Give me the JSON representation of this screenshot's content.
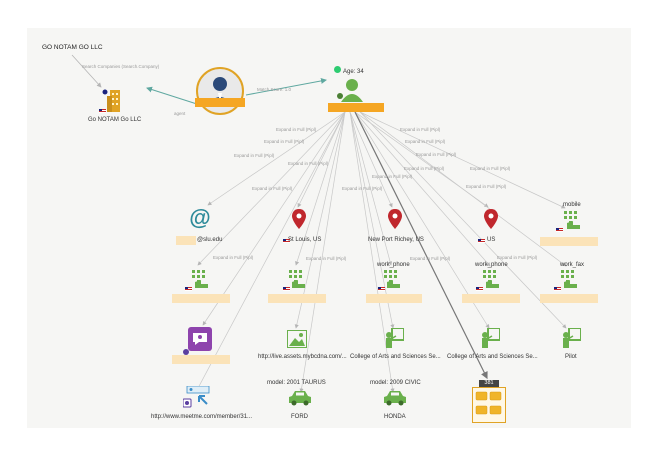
{
  "top_label": "GO NOTAM GO LLC",
  "company": {
    "label": "Go NOTAM Go LLC"
  },
  "person": {
    "age": "Age: 34"
  },
  "edges": {
    "search_companies": "Search Companies (Search.Company)",
    "agent": "agent",
    "match_score": "Match Score: 1.0",
    "expand_full": "Expand in Full (Pipl)"
  },
  "nodes": {
    "email": {
      "label": "@slu.edu",
      "icon": "at-icon"
    },
    "loc1": {
      "label": "St Louis, US",
      "icon": "map-pin-icon"
    },
    "loc2": {
      "label": "New Port Richey, US",
      "icon": "map-pin-icon"
    },
    "loc3": {
      "label": "US",
      "icon": "map-pin-icon"
    },
    "phone_mobile": {
      "label": "mobile",
      "icon": "phone-keypad-icon"
    },
    "phone1": {
      "label": "",
      "icon": "phone-keypad-icon"
    },
    "phone2": {
      "label": "",
      "icon": "phone-keypad-icon"
    },
    "work_phone1": {
      "label": "work_phone",
      "icon": "phone-keypad-icon"
    },
    "work_phone2": {
      "label": "work_phone",
      "icon": "phone-keypad-icon"
    },
    "work_fax": {
      "label": "work_fax",
      "icon": "phone-keypad-icon"
    },
    "social": {
      "label": "",
      "icon": "chat-bubble-icon"
    },
    "image": {
      "label": "http://live.assets.mybcdna.com/...",
      "icon": "image-icon"
    },
    "edu1": {
      "label": "College of Arts and Sciences Se...",
      "icon": "presenter-icon"
    },
    "edu2": {
      "label": "College of Arts and Sciences Se...",
      "icon": "presenter-icon"
    },
    "job": {
      "label": "Pilot",
      "icon": "presenter-icon"
    },
    "url": {
      "label": "http://www.meetme.com/member/31...",
      "icon": "link-icon"
    },
    "car1": {
      "model": "model: 2001 TAURUS",
      "label": "FORD",
      "icon": "car-icon"
    },
    "car2": {
      "model": "model: 2009 CIVIC",
      "label": "HONDA",
      "icon": "car-icon"
    },
    "comments": {
      "badge": "381",
      "icon": "comments-icon"
    }
  },
  "colors": {
    "accent": "#6ab04c",
    "redact": "#fbe3b8",
    "redact_strong": "#f5a623",
    "pin": "#c0272d",
    "edge": "#b5b5b5",
    "teal": "#5fa8a0"
  }
}
